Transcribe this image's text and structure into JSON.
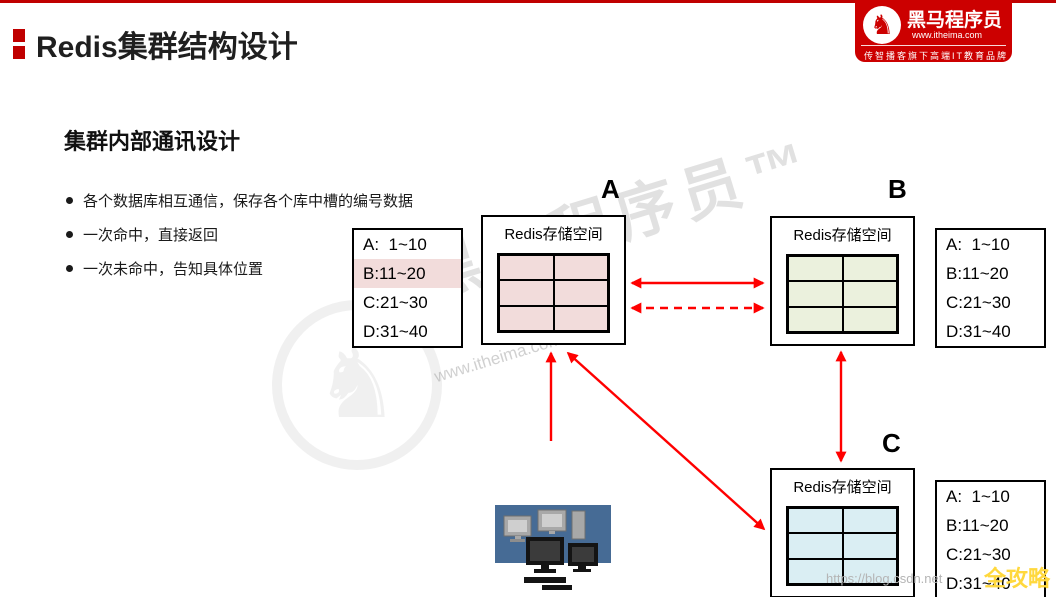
{
  "colors": {
    "accent": "#c00000",
    "logo-red": "#cc0000",
    "arrow": "#ff0000",
    "node-a-fill": "#f2dcdb",
    "node-b-fill": "#ebf1dd",
    "node-c-fill": "#daeef3",
    "table-highlight": "#f2dcdb",
    "client-bg": "#466b95"
  },
  "header": {
    "title": "Redis集群结构设计",
    "logo": {
      "brand": "黑马程序员",
      "site": "www.itheima.com",
      "slogan": "传智播客旗下高端IT教育品牌",
      "icon": "horse-logo-icon"
    }
  },
  "section": {
    "subtitle": "集群内部通讯设计",
    "bullets": [
      "各个数据库相互通信，保存各个库中槽的编号数据",
      "一次命中，直接返回",
      "一次未命中，告知具体位置"
    ]
  },
  "diagram": {
    "nodes": [
      {
        "label": "A",
        "box_title": "Redis存储空间"
      },
      {
        "label": "B",
        "box_title": "Redis存储空间"
      },
      {
        "label": "C",
        "box_title": "Redis存储空间"
      }
    ],
    "slot_tables": {
      "a": {
        "rows": [
          "A:  1~10",
          "B:11~20",
          "C:21~30",
          "D:31~40"
        ],
        "highlighted_row": "B:11~20"
      },
      "b": {
        "rows": [
          "A:  1~10",
          "B:11~20",
          "C:21~30",
          "D:31~40"
        ]
      },
      "c": {
        "rows": [
          "A:  1~10",
          "B:11~20",
          "C:21~30",
          "D:31~40"
        ]
      }
    },
    "arrows": [
      {
        "name": "arrow-a-b-solid",
        "style": "solid",
        "between": [
          "A",
          "B"
        ],
        "double_headed": true
      },
      {
        "name": "arrow-a-b-dashed",
        "style": "dashed",
        "between": [
          "A",
          "B"
        ],
        "double_headed": true
      },
      {
        "name": "arrow-b-c-solid",
        "style": "solid",
        "between": [
          "B",
          "C"
        ],
        "double_headed": true
      },
      {
        "name": "arrow-client-a",
        "style": "solid",
        "between": [
          "client",
          "A"
        ],
        "double_headed": false
      },
      {
        "name": "arrow-a-c-diagonal",
        "style": "solid",
        "between": [
          "A",
          "C"
        ],
        "double_headed": true
      }
    ]
  },
  "watermarks": {
    "brand": "黑马程序员™",
    "site": "www.itheima.com",
    "url": "https://blog.csdn.net",
    "badge": "全攻略"
  }
}
